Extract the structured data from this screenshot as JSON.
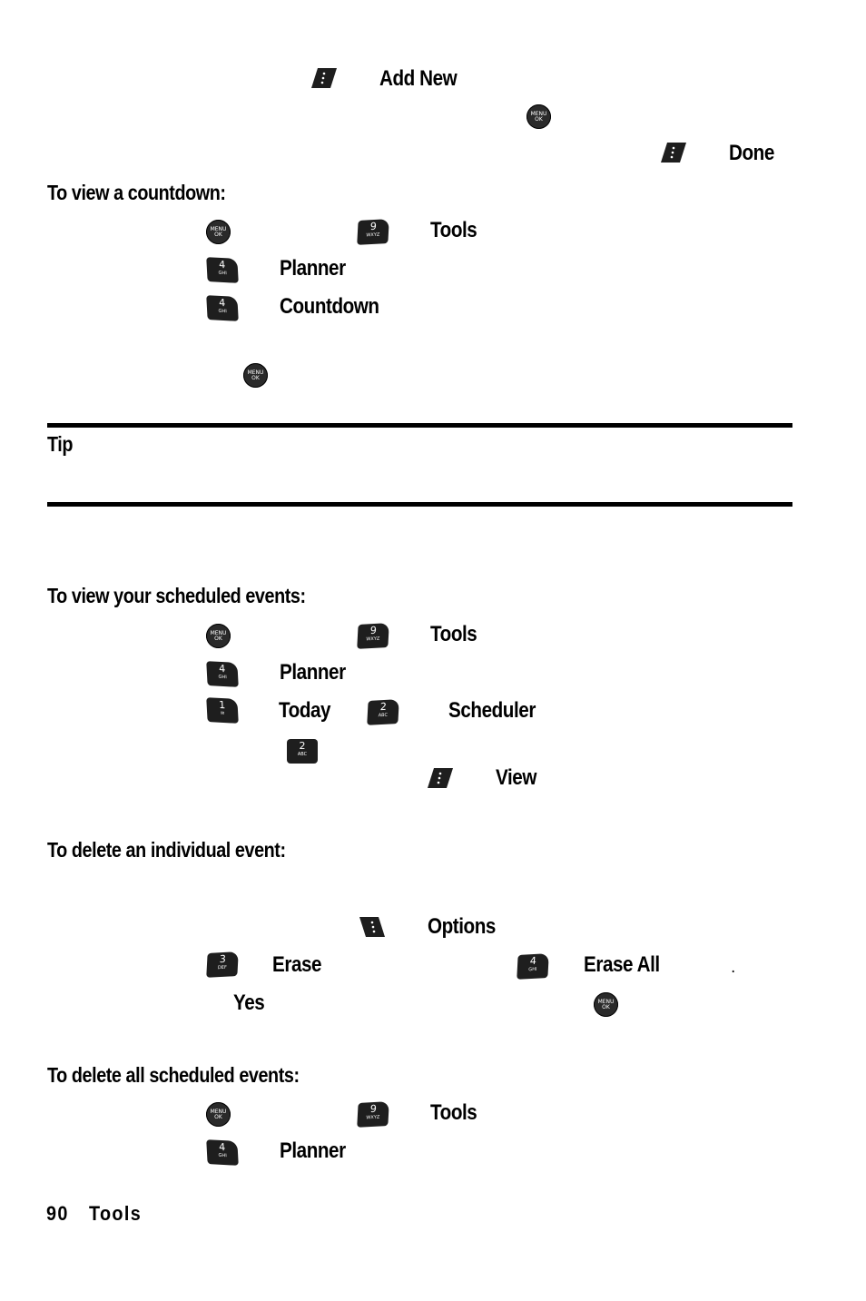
{
  "lines": {
    "add_new": "Add New",
    "done": "Done",
    "countdown_heading": "To view a countdown:",
    "tools_1": "Tools",
    "planner_1": "Planner",
    "countdown": "Countdown",
    "tip": "Tip",
    "scheduled_heading": "To view your scheduled events:",
    "tools_2": "Tools",
    "planner_2": "Planner",
    "today": "Today",
    "scheduler": "Scheduler",
    "view": "View",
    "delete_event_heading": "To delete an individual event:",
    "options": "Options",
    "erase": "Erase",
    "erase_all": "Erase All",
    "period": ".",
    "yes": "Yes",
    "delete_all_heading": "To delete all scheduled events:",
    "tools_3": "Tools",
    "planner_3": "Planner"
  },
  "keys": {
    "menu_top": "MENU",
    "menu_bottom": "OK",
    "k9": "9",
    "k9_sub": "WXYZ",
    "k4": "4",
    "k4_sub": "GHI",
    "k1": "1",
    "k1_sub": "✉",
    "k2": "2",
    "k2_sub": "ABC",
    "k3": "3",
    "k3_sub": "DEF"
  },
  "footer": {
    "page_number": "90",
    "section": "Tools"
  }
}
